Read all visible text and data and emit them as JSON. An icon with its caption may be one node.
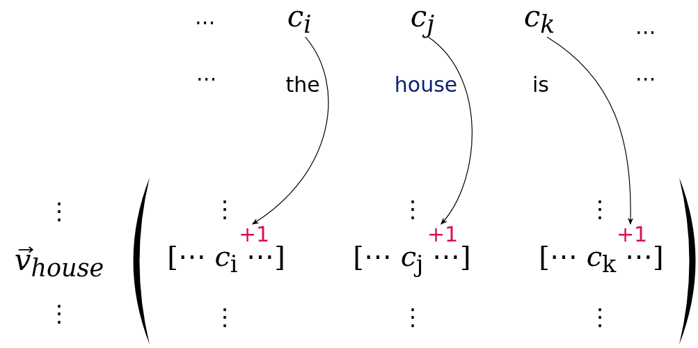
{
  "diagram": {
    "nodes": [
      {
        "text": [
          "c$_{i}$"
        ]
      },
      {
        "text": [
          "c$_{j}$"
        ]
      },
      {
        "text": [
          "c$_{k}$"
        ]
      },
      {
        "text": [
          "+1"
        ]
      },
      {
        "text": [
          "+1"
        ]
      },
      {
        "text": [
          "+1"
        ]
      }
    ],
    "edges": [
      {
        "from": 0,
        "to": 3,
        "arrow": "to"
      },
      {
        "from": 1,
        "to": 4,
        "arrow": "to"
      },
      {
        "from": 2,
        "to": 5,
        "arrow": "to"
      }
    ],
    "labels": [
      "⋯",
      "⋯",
      "⋯",
      "the",
      "house",
      "is",
      "⋯",
      "⋮",
      "⋮",
      "⋮",
      "⋮",
      "v$_{house}$",
      "[⋯ *c*$_{i}$ ⋯]",
      "[⋯ *c*$_{j}$ ⋯]",
      "[⋯ *c*$_{k}$ ⋯]",
      "⋮",
      "⋮",
      "⋮",
      "⋮"
    ]
  }
}
